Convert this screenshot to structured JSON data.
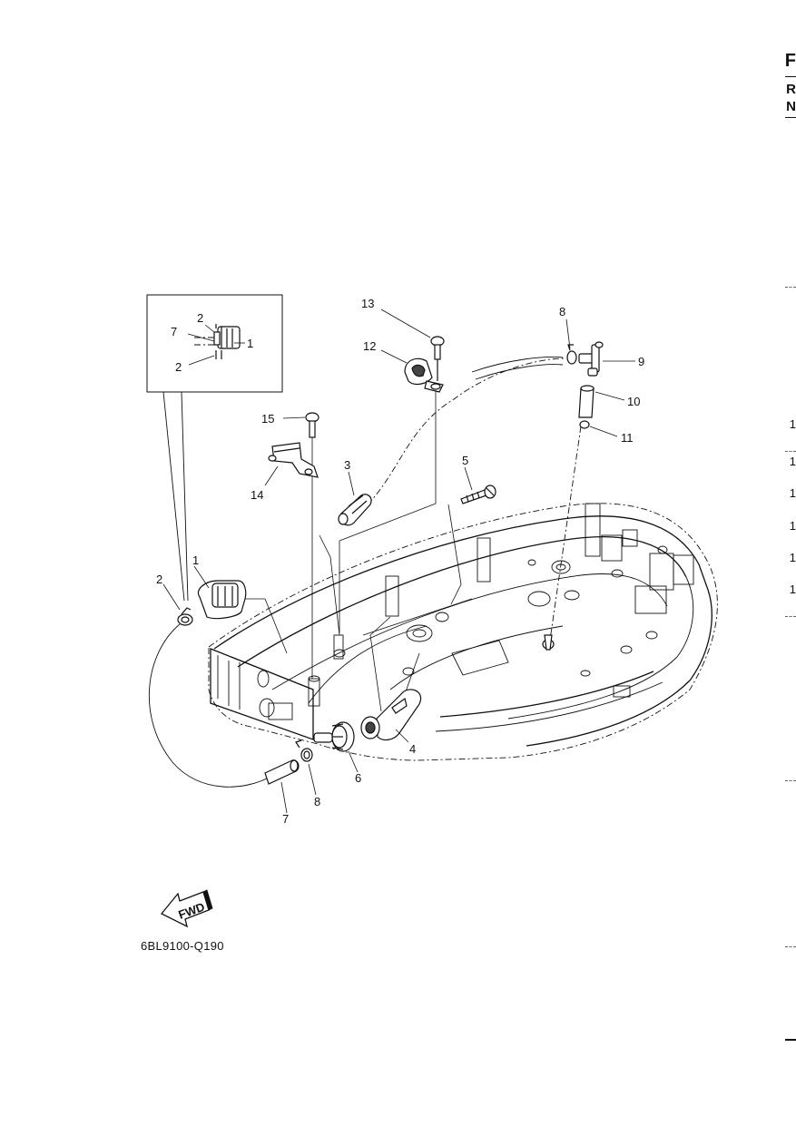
{
  "page_code": "6BL9100-Q190",
  "fwd_label": "FWD",
  "parts": [
    {
      "ref": "1"
    },
    {
      "ref": "2"
    },
    {
      "ref": "3"
    },
    {
      "ref": "4"
    },
    {
      "ref": "5"
    },
    {
      "ref": "6"
    },
    {
      "ref": "7"
    },
    {
      "ref": "8"
    },
    {
      "ref": "9"
    },
    {
      "ref": "10"
    },
    {
      "ref": "11"
    },
    {
      "ref": "12"
    },
    {
      "ref": "13"
    },
    {
      "ref": "14"
    },
    {
      "ref": "15"
    }
  ],
  "inset": {
    "labels": [
      "2",
      "7",
      "2",
      "1"
    ]
  },
  "right_edge": {
    "big_letter": "F",
    "letters": [
      "R",
      "N"
    ],
    "numbers": [
      "1",
      "1",
      "1",
      "1",
      "1",
      "1"
    ]
  }
}
